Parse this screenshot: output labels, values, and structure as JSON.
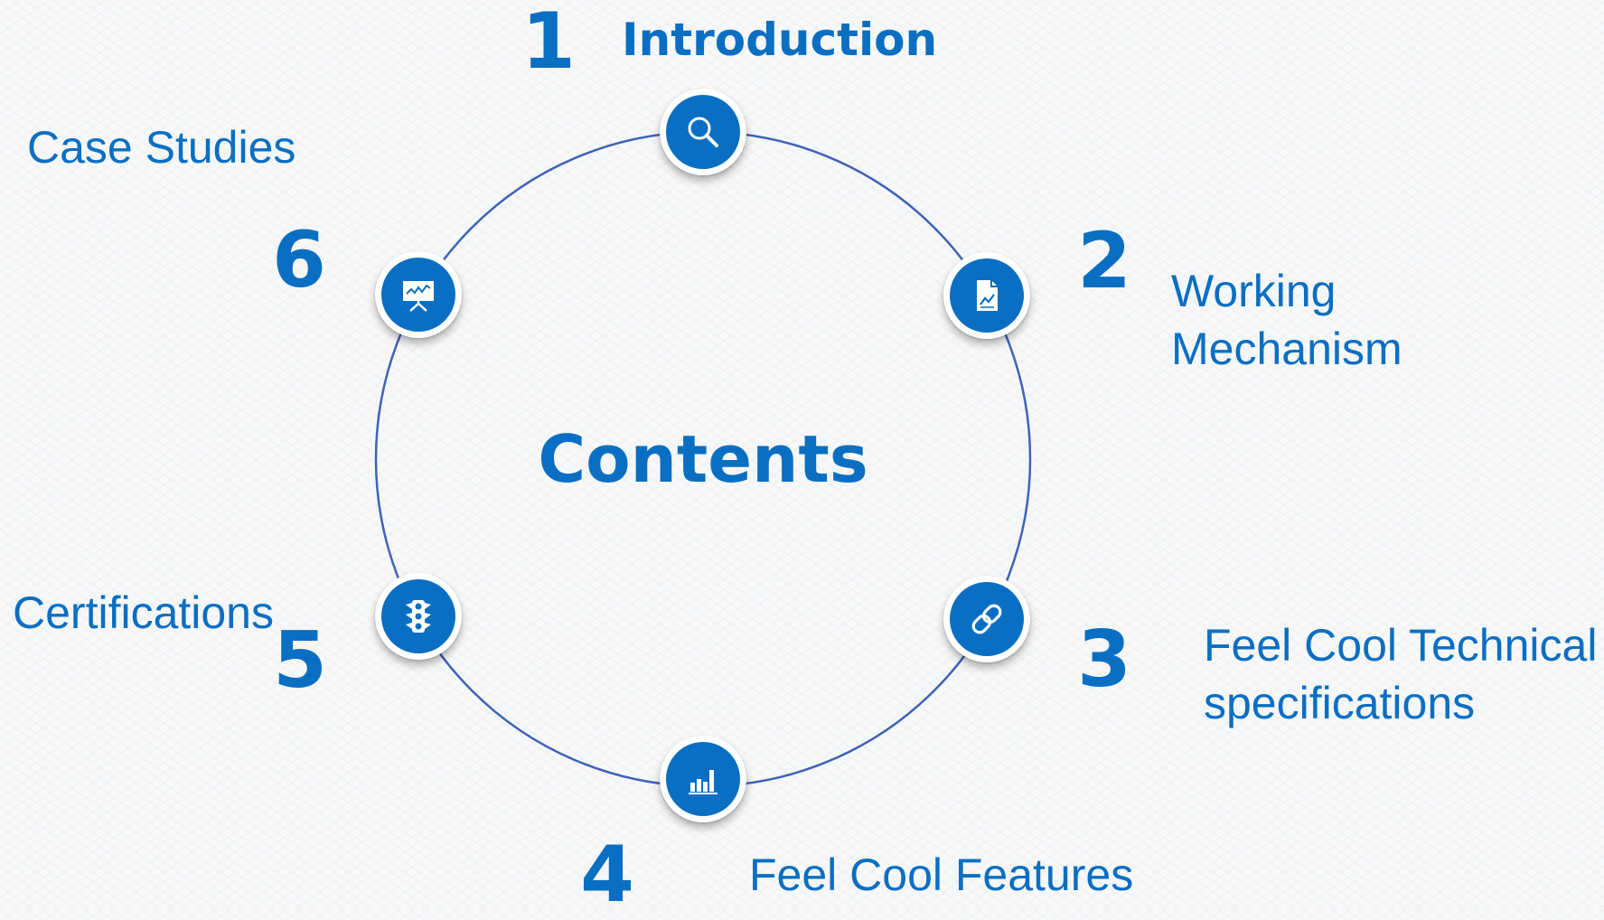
{
  "slide": {
    "title": "Contents",
    "accent_color": "#0a6fc2",
    "ring_color": "#3f63b6",
    "items": [
      {
        "number": "1",
        "label": "Introduction",
        "icon": "magnifier-icon"
      },
      {
        "number": "2",
        "label": "Working\nMechanism",
        "icon": "document-chart-icon"
      },
      {
        "number": "3",
        "label": "Feel Cool Technical\nspecifications",
        "icon": "chain-link-icon"
      },
      {
        "number": "4",
        "label": "Feel Cool Features",
        "icon": "bar-chart-icon"
      },
      {
        "number": "5",
        "label": "Certifications",
        "icon": "traffic-light-icon"
      },
      {
        "number": "6",
        "label": "Case Studies",
        "icon": "presentation-board-icon"
      }
    ]
  }
}
